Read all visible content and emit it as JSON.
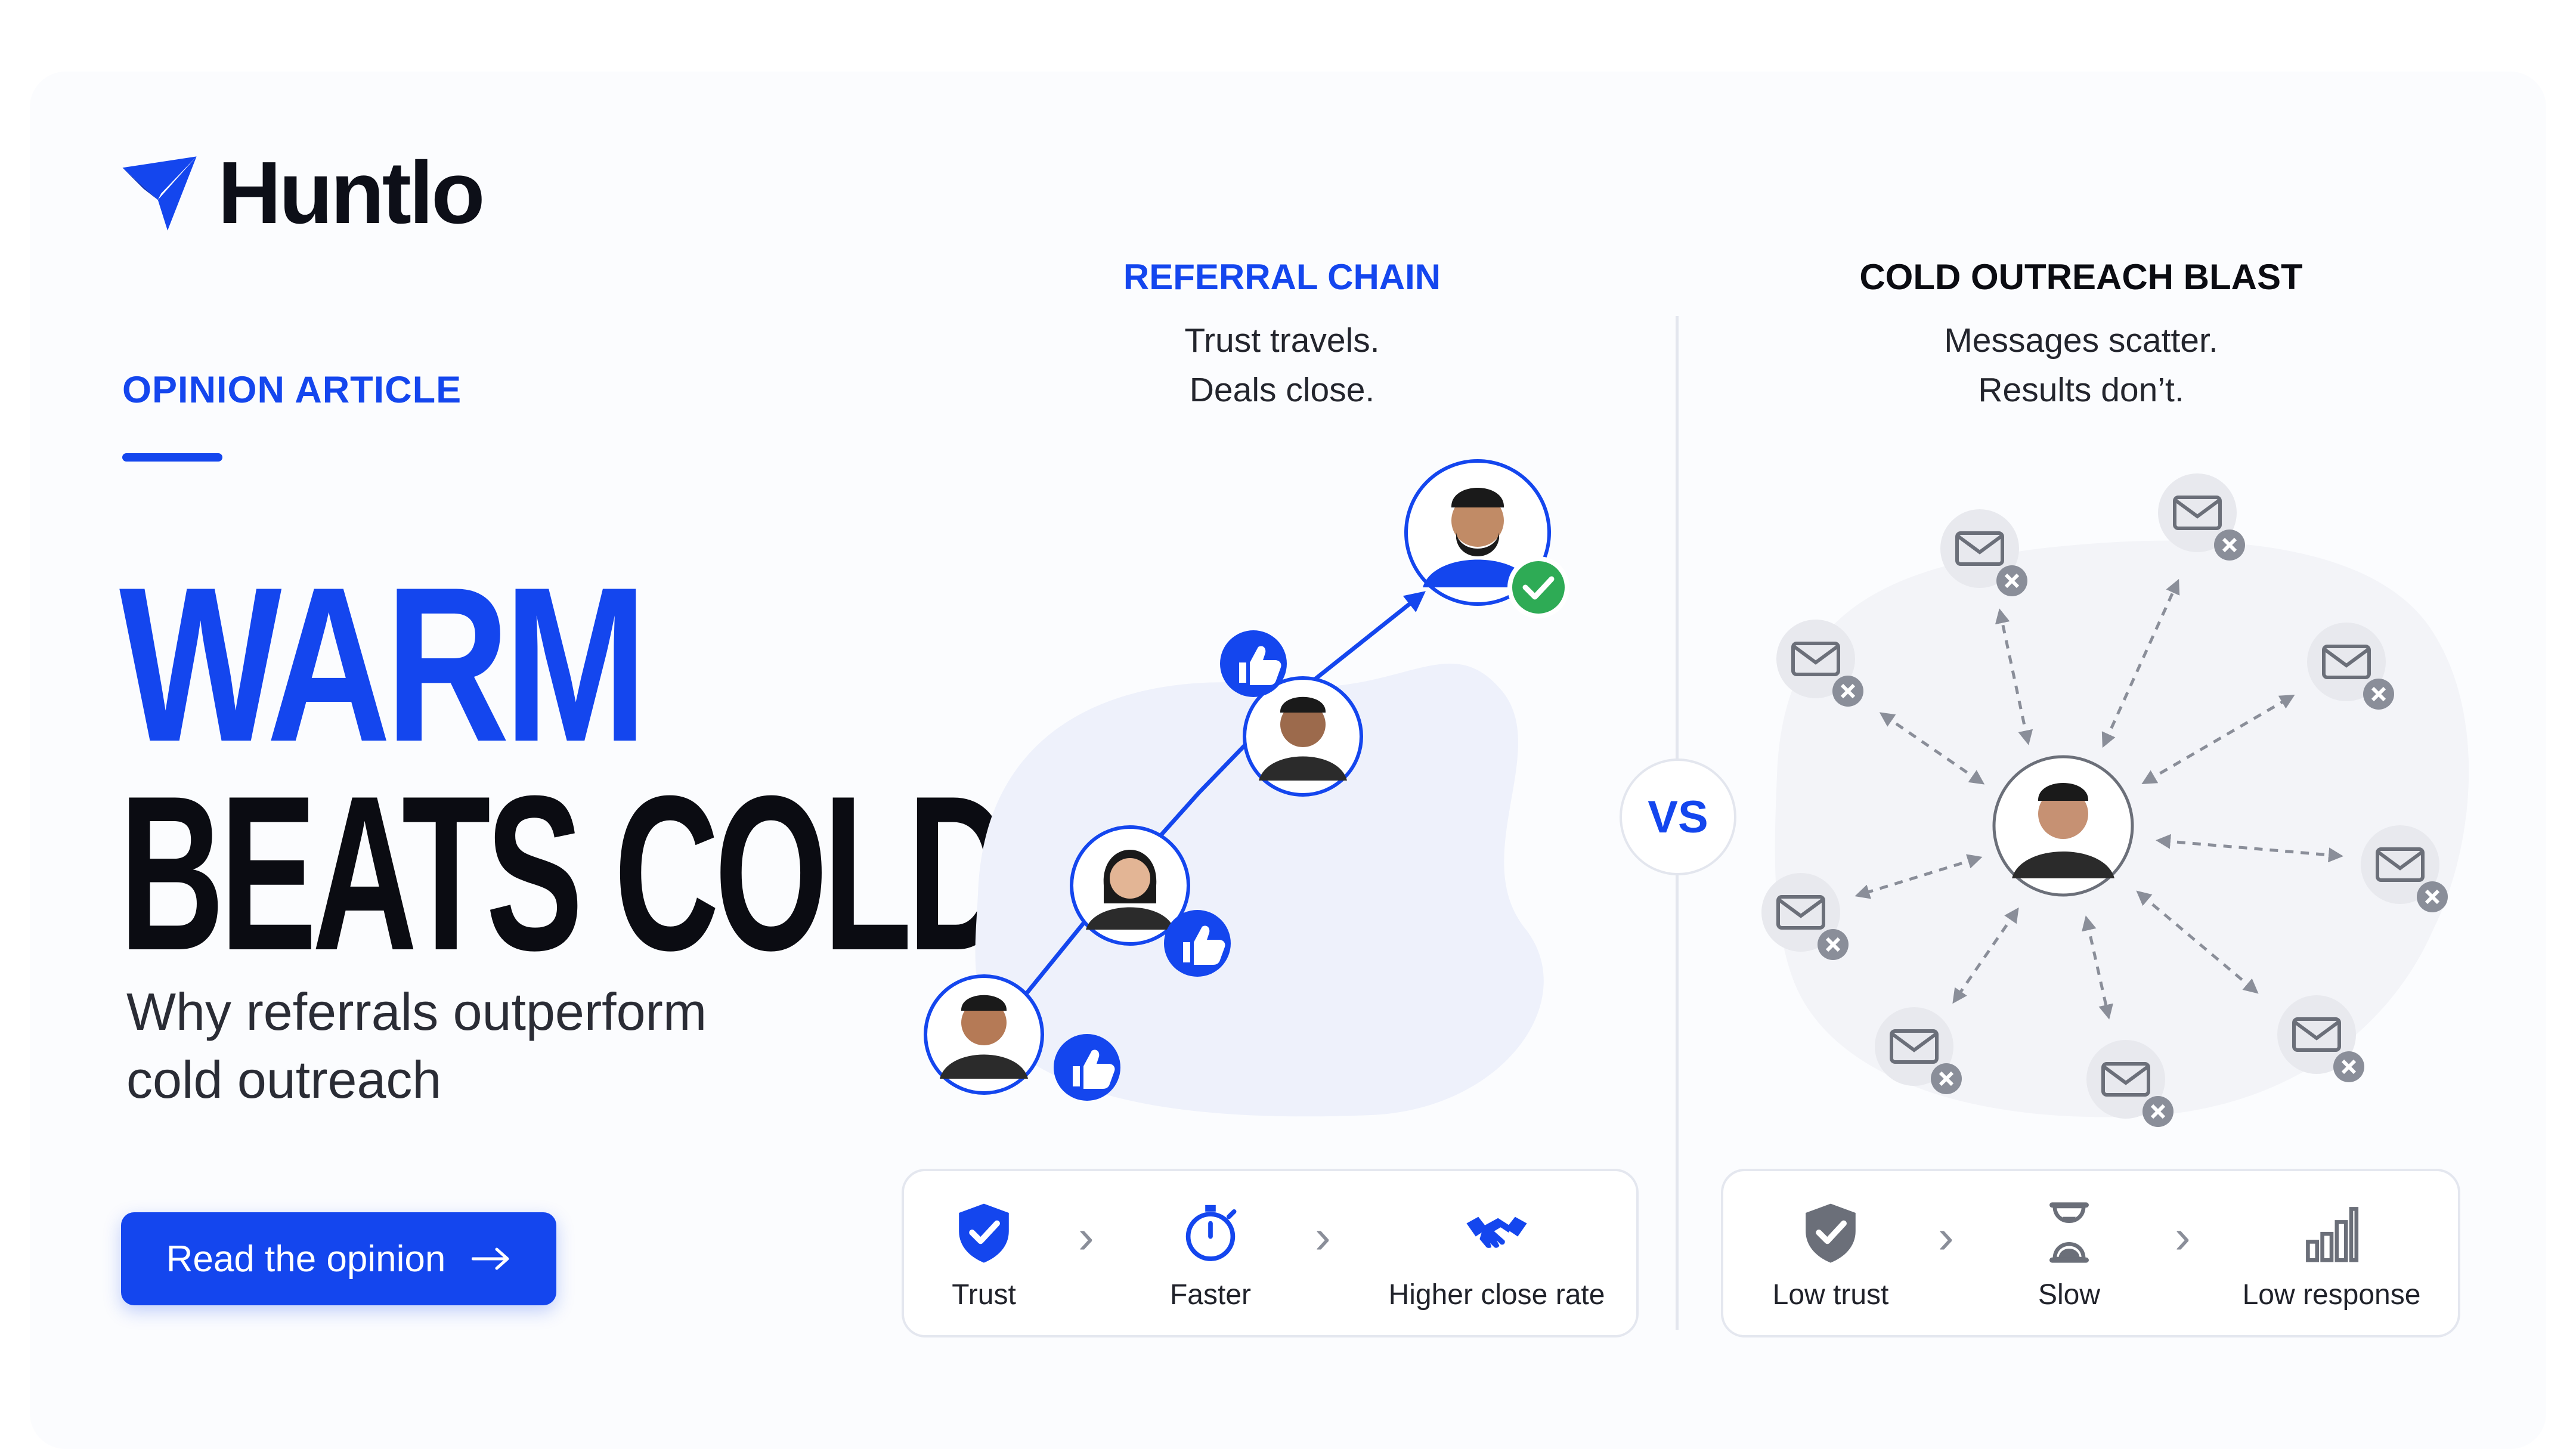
{
  "brand": {
    "name": "Huntlo",
    "color": "#1446ee"
  },
  "hero": {
    "eyebrow": "OPINION ARTICLE",
    "headline_line1": "WARM",
    "headline_line2": "BEATS COLD",
    "subtitle_line1": "Why referrals outperform",
    "subtitle_line2": "cold outreach",
    "cta_label": "Read the opinion",
    "cta_icon": "arrow-right-icon"
  },
  "referral": {
    "title": "REFERRAL CHAIN",
    "sub_line1": "Trust travels.",
    "sub_line2": "Deals close.",
    "steps": [
      {
        "label": "Trust",
        "icon": "shield-check-icon"
      },
      {
        "label": "Faster",
        "icon": "stopwatch-icon"
      },
      {
        "label": "Higher close rate",
        "icon": "handshake-icon"
      }
    ]
  },
  "versus": {
    "label": "VS"
  },
  "cold": {
    "title": "COLD OUTREACH BLAST",
    "sub_line1": "Messages scatter.",
    "sub_line2": "Results don’t.",
    "steps": [
      {
        "label": "Low trust",
        "icon": "shield-check-icon"
      },
      {
        "label": "Slow",
        "icon": "hourglass-icon"
      },
      {
        "label": "Low response",
        "icon": "bar-chart-icon"
      }
    ]
  },
  "colors": {
    "accent": "#1446ee",
    "success": "#2eab55",
    "muted": "#9a9ea8"
  }
}
